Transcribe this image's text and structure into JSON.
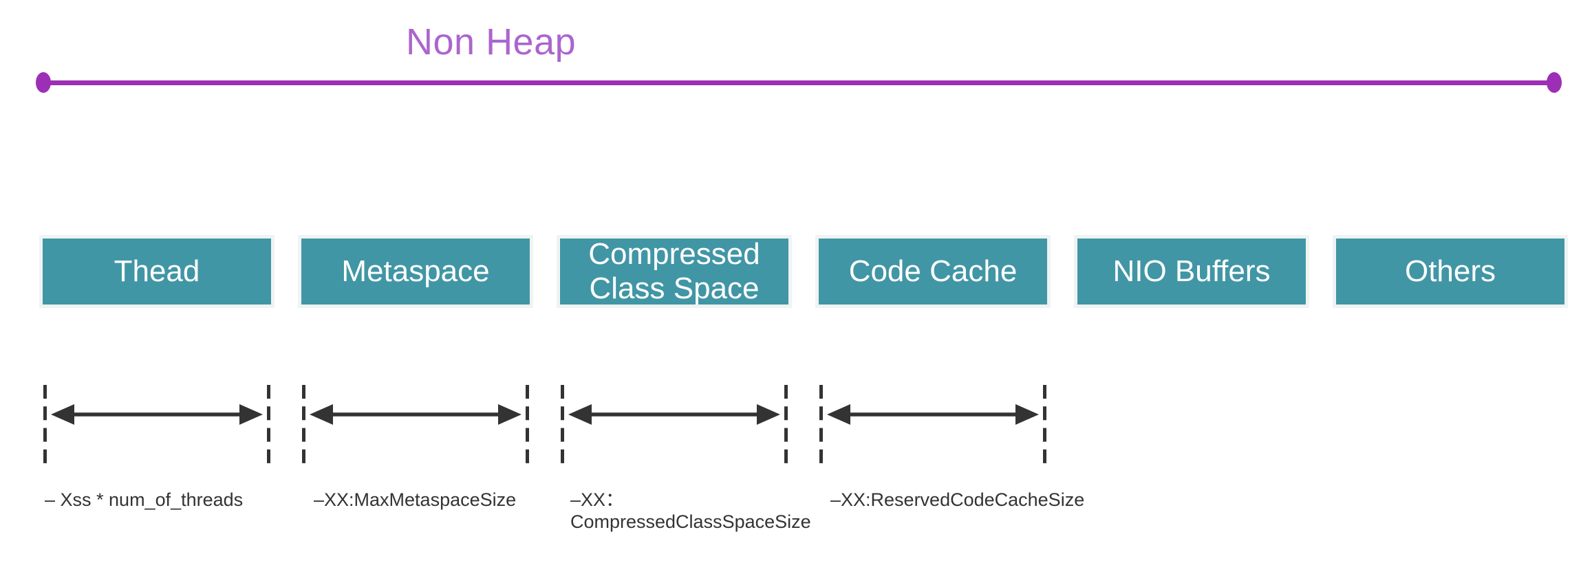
{
  "header": {
    "title": "Non Heap"
  },
  "boxes": {
    "items": [
      {
        "label": "Thead"
      },
      {
        "label": "Metaspace"
      },
      {
        "label": "Compressed Class Space"
      },
      {
        "label": "Code Cache"
      },
      {
        "label": "NIO Buffers"
      },
      {
        "label": "Others"
      }
    ]
  },
  "measures": {
    "flags": [
      {
        "label": "– Xss * num_of_threads"
      },
      {
        "label": "–XX:MaxMetaspaceSize"
      },
      {
        "label": "–XX：\nCompressedClassSpaceSize"
      },
      {
        "label": "–XX:ReservedCodeCacheSize"
      }
    ]
  },
  "theme": {
    "accent_purple": "#9c2fb5",
    "title_purple": "#ab65ce",
    "region_teal": "#4196a5",
    "region_border": "#f0f3f3",
    "region_text": "#ffffff",
    "measure_dark": "#333333",
    "background": "#ffffff"
  }
}
